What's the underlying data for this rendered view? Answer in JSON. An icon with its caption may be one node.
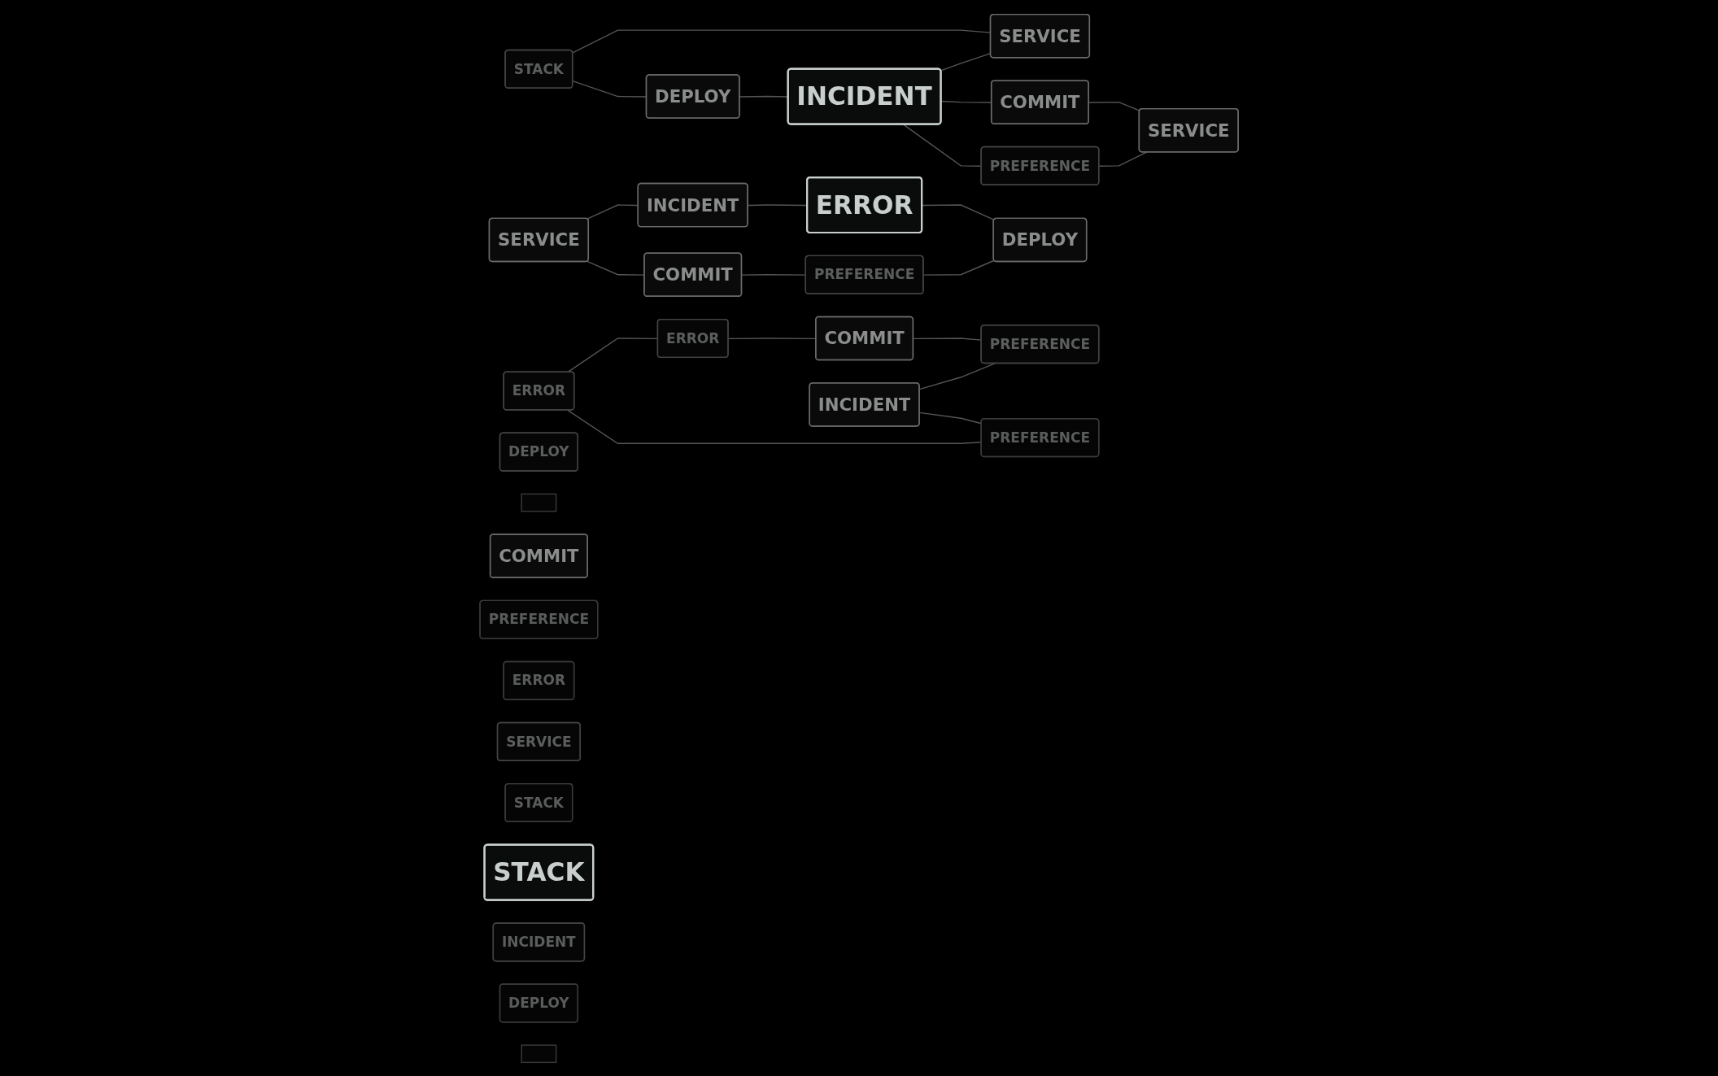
{
  "diagram": {
    "nodes": [
      {
        "text": [
          "DEPLOY"
        ]
      },
      {
        "text": [],
        "shape": "box"
      },
      {
        "text": [
          "COMMIT"
        ]
      },
      {
        "text": [
          "PREFERENCE"
        ]
      },
      {
        "text": [
          "STACK"
        ]
      },
      {
        "text": [
          "SERVICE"
        ]
      },
      {
        "text": [
          "SERVICE"
        ]
      },
      {
        "text": [
          "ERROR"
        ]
      },
      {
        "text": [
          "DEPLOY"
        ]
      },
      {
        "text": [
          "INCIDENT"
        ]
      },
      {
        "text": [
          "INCIDENT"
        ]
      },
      {
        "text": [
          "COMMIT"
        ]
      },
      {
        "text": [
          "COMMIT"
        ]
      },
      {
        "text": [
          "PREFERENCE"
        ]
      },
      {
        "text": [
          "ERROR"
        ]
      },
      {
        "text": [
          "PREFERENCE"
        ]
      },
      {
        "text": [
          "SERVICE"
        ]
      },
      {
        "text": [
          "SERVICE"
        ]
      },
      {
        "text": [
          "ERROR"
        ]
      },
      {
        "text": [
          "DEPLOY"
        ]
      },
      {
        "text": [
          "STACK"
        ]
      },
      {
        "text": [
          "COMMIT"
        ]
      },
      {
        "text": [
          "STACK"
        ]
      },
      {
        "text": [
          "ERROR"
        ]
      },
      {
        "text": [
          "INCIDENT"
        ]
      },
      {
        "text": [
          "DEPLOY"
        ]
      },
      {
        "text": [],
        "shape": "box"
      },
      {
        "text": [
          "INCIDENT"
        ]
      },
      {
        "text": [
          "PREFERENCE"
        ]
      },
      {
        "text": [
          "PREFERENCE"
        ]
      }
    ],
    "edges": [
      {
        "from": 4,
        "to": 6,
        "arrow": "none"
      },
      {
        "from": 4,
        "to": 8,
        "arrow": "none"
      },
      {
        "from": 8,
        "to": 9,
        "arrow": "none"
      },
      {
        "from": 9,
        "to": 6,
        "arrow": "none"
      },
      {
        "from": 9,
        "to": 12,
        "arrow": "none"
      },
      {
        "from": 9,
        "to": 13,
        "arrow": "none"
      },
      {
        "from": 12,
        "to": 16,
        "arrow": "none"
      },
      {
        "from": 13,
        "to": 16,
        "arrow": "none"
      },
      {
        "from": 5,
        "to": 10,
        "arrow": "none"
      },
      {
        "from": 5,
        "to": 11,
        "arrow": "none"
      },
      {
        "from": 10,
        "to": 14,
        "arrow": "none"
      },
      {
        "from": 11,
        "to": 15,
        "arrow": "none"
      },
      {
        "from": 14,
        "to": 19,
        "arrow": "none"
      },
      {
        "from": 15,
        "to": 19,
        "arrow": "none"
      },
      {
        "from": 23,
        "to": 18,
        "arrow": "none"
      },
      {
        "from": 18,
        "to": 21,
        "arrow": "none"
      },
      {
        "from": 21,
        "to": 28,
        "arrow": "none"
      },
      {
        "from": 27,
        "to": 28,
        "arrow": "none"
      },
      {
        "from": 27,
        "to": 29,
        "arrow": "none"
      },
      {
        "from": 23,
        "to": 29,
        "arrow": "none"
      }
    ]
  }
}
